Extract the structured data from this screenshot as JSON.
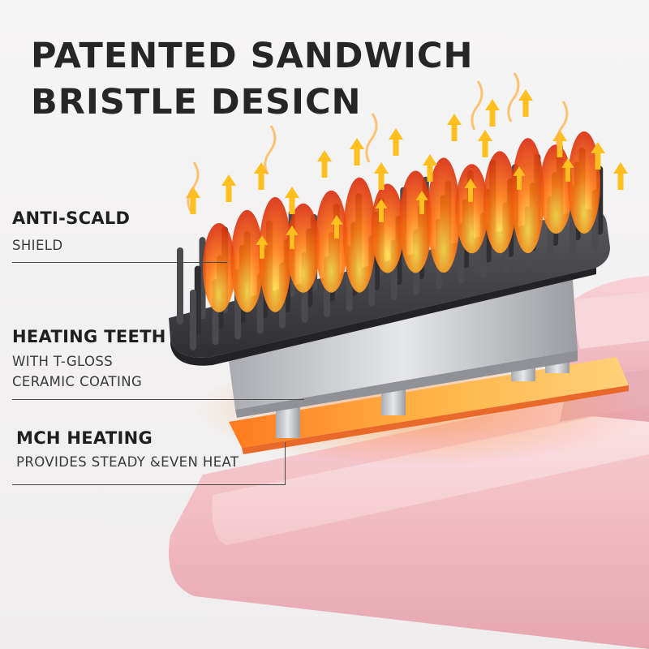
{
  "headline": {
    "line1": "PATENTED SANDWICH",
    "line2": "BRISTLE DESICN"
  },
  "callouts": [
    {
      "title": "ANTI-SCALD",
      "body": [
        "SHIELD"
      ]
    },
    {
      "title": "HEATING TEETH",
      "body": [
        "WITH T-GLOSS",
        "CERAMIC COATING"
      ]
    },
    {
      "title": "MCH HEATING",
      "body": [
        "PROVIDES STEADY &EVEN HEAT"
      ]
    }
  ],
  "colors": {
    "shell_pink": "#f2bcc4",
    "bristle_dark": "#3e3e42",
    "heat_orange": "#ff6a1a",
    "arrow_yellow": "#ffc01f",
    "text_dark": "#262626"
  },
  "icons": [
    "heat-arrow-icon"
  ]
}
